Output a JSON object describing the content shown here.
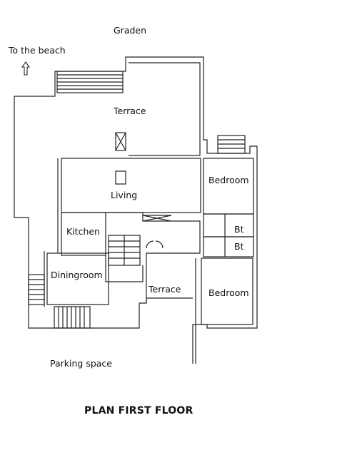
{
  "labels": {
    "garden": "Graden",
    "beach": "To the beach",
    "terrace_top": "Terrace",
    "living": "Living",
    "bedroom_top": "Bedroom",
    "kitchen": "Kitchen",
    "bt_1": "Bt",
    "bt_2": "Bt",
    "diningroom": "Diningroom",
    "terrace_bottom": "Terrace",
    "bedroom_bottom": "Bedroom",
    "parking": "Parking space"
  },
  "title": "PLAN FIRST FLOOR",
  "icons": {
    "beach_arrow": "up-arrow-icon"
  }
}
